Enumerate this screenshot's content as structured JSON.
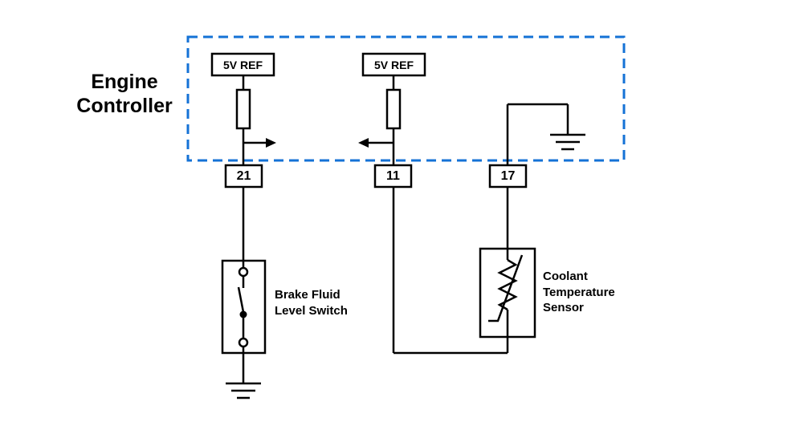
{
  "colors": {
    "wire": "#000000",
    "controller_border": "#1472d6",
    "background": "#ffffff"
  },
  "controller": {
    "name_line1": "Engine",
    "name_line2": "Controller",
    "ref_left_label": "5V REF",
    "ref_right_label": "5V REF"
  },
  "pins": {
    "brake_switch_pin": "21",
    "signal_return_pin": "11",
    "coolant_sensor_pin": "17"
  },
  "components": {
    "brake_switch": {
      "label_line1": "Brake Fluid",
      "label_line2": "Level Switch"
    },
    "coolant_sensor": {
      "label_line1": "Coolant",
      "label_line2": "Temperature",
      "label_line3": "Sensor"
    }
  }
}
